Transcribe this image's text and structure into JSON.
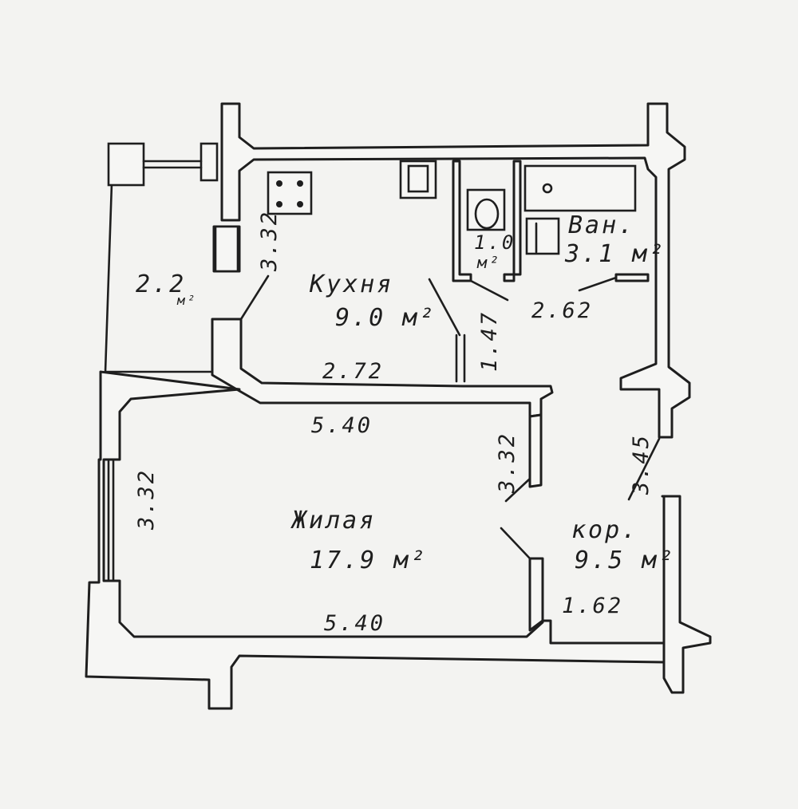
{
  "rooms": {
    "kitchen": {
      "name": "Кухня",
      "area": "9.0 м²"
    },
    "living": {
      "name": "Жилая",
      "area": "17.9 м²"
    },
    "bath": {
      "name": "Ван.",
      "area": "3.1 м²"
    },
    "toilet": {
      "area": "1.0",
      "unit": "м²"
    },
    "corridor": {
      "name": "кор.",
      "area": "9.5 м²"
    },
    "balcony": {
      "area": "2.2",
      "unit": "м²"
    }
  },
  "dimensions": {
    "balcony_door": "3.32",
    "kitchen_width": "2.72",
    "kitchen_door": "1.47",
    "bath_door": "2.62",
    "living_top": "5.40",
    "living_bottom": "5.40",
    "living_left": "3.32",
    "living_door": "3.32",
    "corridor_door": "3.45",
    "corridor_bottom": "1.62"
  }
}
